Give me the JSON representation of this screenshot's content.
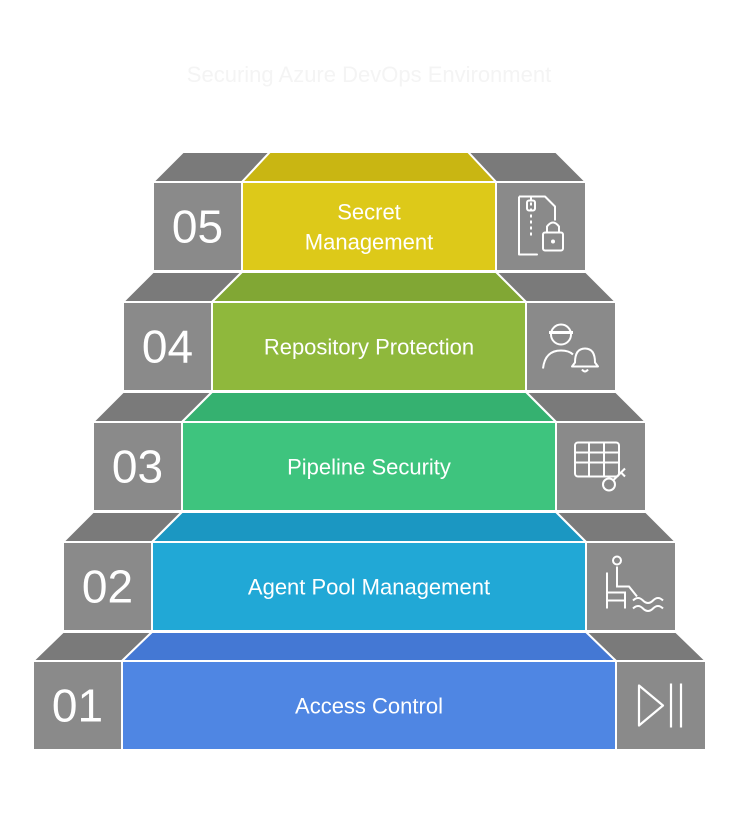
{
  "title": "Securing Azure DevOps Environment",
  "colors": {
    "gray_side": "#8a8a8a",
    "gray_top": "#7a7a7a",
    "outline": "#ffffff"
  },
  "steps": [
    {
      "number": "01",
      "label_lines": [
        "Access Control"
      ],
      "color": "#4f86e3",
      "top_color": "#4478d4",
      "icon": "play-pause-icon"
    },
    {
      "number": "02",
      "label_lines": [
        "Agent Pool Management"
      ],
      "color": "#21a8d6",
      "top_color": "#1b97c2",
      "icon": "person-pool-icon"
    },
    {
      "number": "03",
      "label_lines": [
        "Pipeline Security"
      ],
      "color": "#3ec47e",
      "top_color": "#35b170",
      "icon": "spreadsheet-key-icon"
    },
    {
      "number": "04",
      "label_lines": [
        "Repository Protection"
      ],
      "color": "#8fb83c",
      "top_color": "#81a734",
      "icon": "user-alert-icon"
    },
    {
      "number": "05",
      "label_lines": [
        "Secret",
        "Management"
      ],
      "color": "#ddc919",
      "top_color": "#c9b612",
      "icon": "file-lock-icon"
    }
  ]
}
